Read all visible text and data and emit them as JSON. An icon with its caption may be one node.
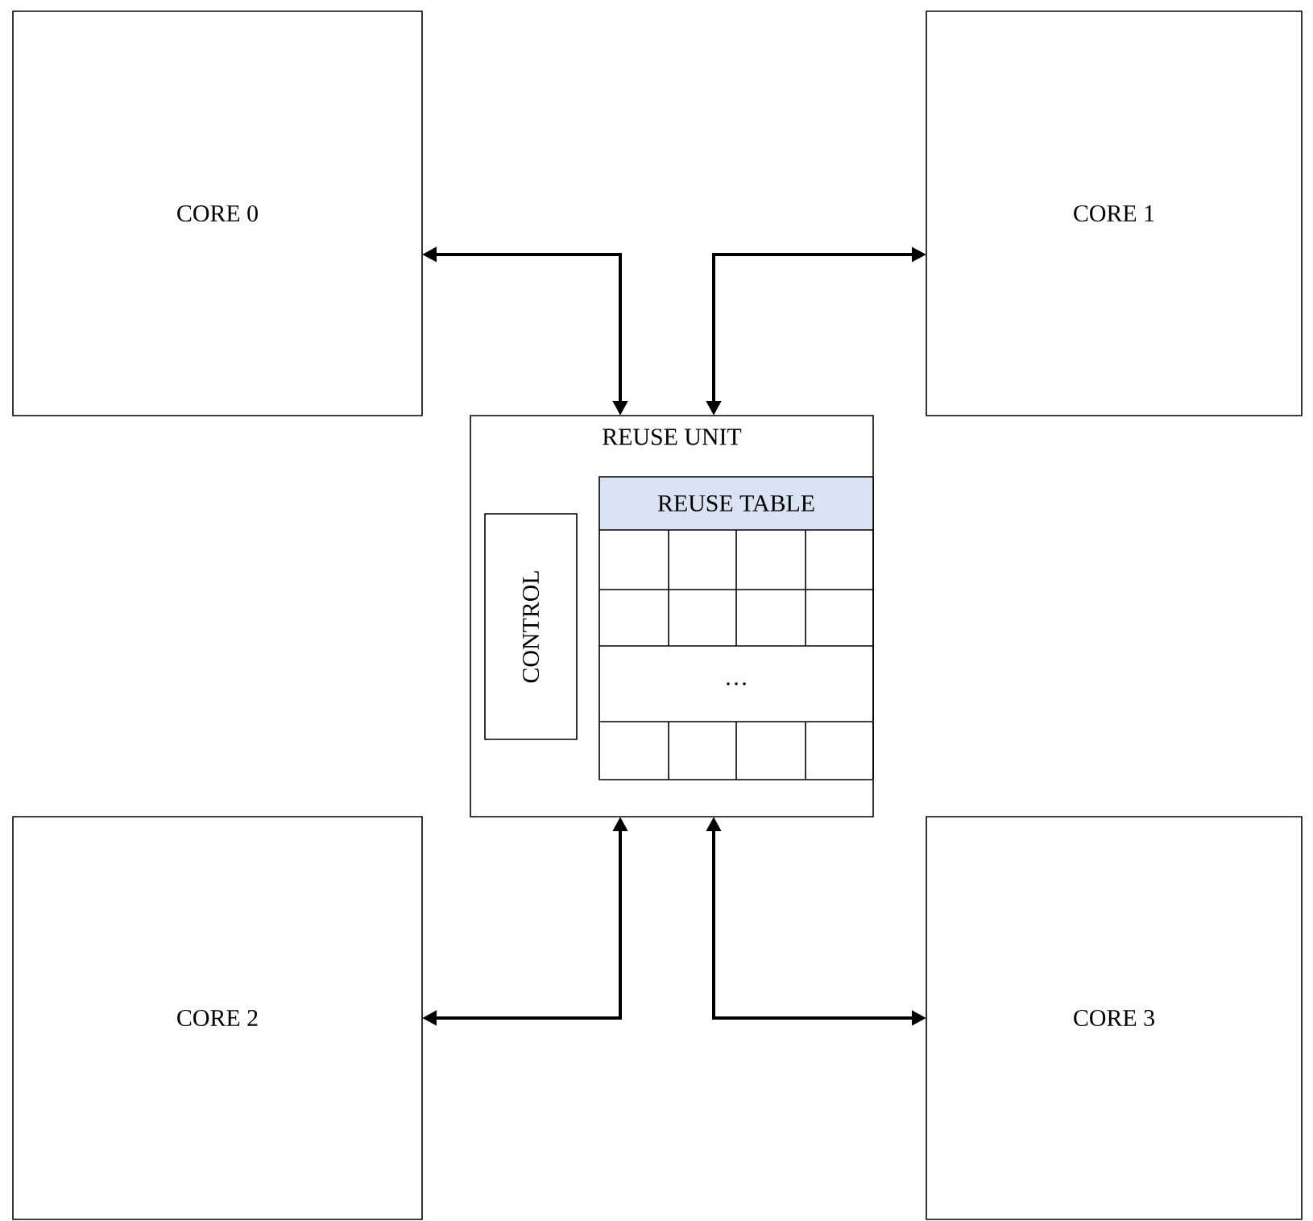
{
  "diagram": {
    "nodes": [
      {
        "text": [
          "CORE 0"
        ]
      },
      {
        "text": [
          "CORE 1"
        ]
      },
      {
        "text": [
          "REUSE UNIT"
        ]
      },
      {
        "text": [
          "CONTROL"
        ],
        "in": 2
      },
      {
        "text": [
          "REUSE TABLE",
          "…"
        ],
        "in": 2
      },
      {
        "text": [
          "CORE 2"
        ]
      },
      {
        "text": [
          "CORE 3"
        ]
      }
    ],
    "edges": [
      {
        "from": 0,
        "to": 2,
        "arrow": "both"
      },
      {
        "from": 1,
        "to": 2,
        "arrow": "both"
      },
      {
        "from": 5,
        "to": 2,
        "arrow": "both"
      },
      {
        "from": 6,
        "to": 2,
        "arrow": "both"
      }
    ]
  }
}
